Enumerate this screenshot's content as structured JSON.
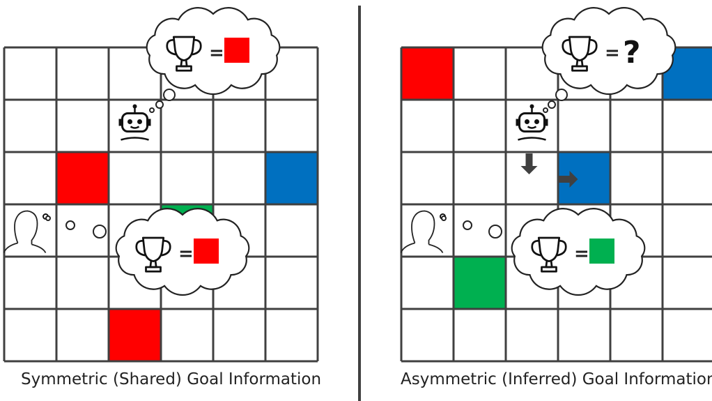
{
  "panels": [
    {
      "caption": "Symmetric (Shared) Goal Information",
      "grid": {
        "rows": 6,
        "cols": 6
      },
      "tiles": [
        {
          "row": 2,
          "col": 1,
          "color": "red"
        },
        {
          "row": 2,
          "col": 5,
          "color": "blue"
        },
        {
          "row": 3,
          "col": 3,
          "color": "green"
        },
        {
          "row": 5,
          "col": 2,
          "color": "red"
        }
      ],
      "agents": {
        "robot": {
          "row": 1,
          "col": 2
        },
        "human": {
          "row": 3,
          "col": 0
        }
      },
      "robot_thought": {
        "equals": "=",
        "goal": "red"
      },
      "human_thought": {
        "equals": "=",
        "goal": "red"
      }
    },
    {
      "caption": "Asymmetric (Inferred) Goal Information",
      "grid": {
        "rows": 6,
        "cols": 6
      },
      "tiles": [
        {
          "row": 0,
          "col": 0,
          "color": "red"
        },
        {
          "row": 0,
          "col": 5,
          "color": "blue"
        },
        {
          "row": 2,
          "col": 3,
          "color": "blue"
        },
        {
          "row": 4,
          "col": 1,
          "color": "green"
        }
      ],
      "agents": {
        "robot": {
          "row": 1,
          "col": 2
        },
        "human": {
          "row": 3,
          "col": 0
        }
      },
      "robot_moves": [
        "down",
        "right"
      ],
      "robot_thought": {
        "equals": "=",
        "goal": "?"
      },
      "human_thought": {
        "equals": "=",
        "goal": "green"
      }
    }
  ],
  "colors": {
    "red": "#ff0000",
    "blue": "#0070c0",
    "green": "#00b050",
    "grid_line": "#404040",
    "divider": "#404040",
    "arrow": "#404040"
  },
  "icons": [
    "trophy-icon",
    "robot-icon",
    "human-head-icon",
    "move-down-arrow-icon",
    "move-right-arrow-icon"
  ]
}
